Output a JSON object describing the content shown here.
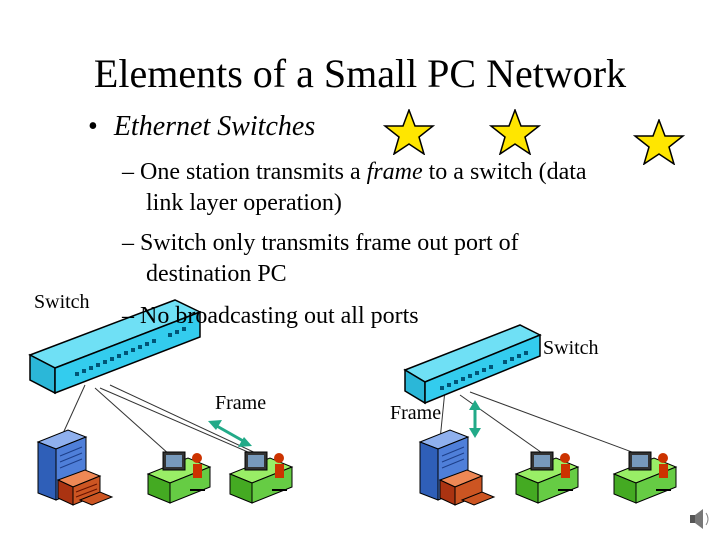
{
  "slide": {
    "title": "Elements of a Small PC Network",
    "bullet": "Ethernet Switches",
    "sub_items": [
      {
        "dash": "–",
        "before": "One station transmits a ",
        "emphasis": "frame",
        "after": " to a switch (data",
        "continuation": "link layer operation)"
      },
      {
        "dash": "–",
        "text": "Switch only transmits frame out port of",
        "continuation": "destination PC"
      },
      {
        "dash": "–",
        "text": "No broadcasting out all ports"
      }
    ],
    "labels": {
      "switch_left": "Switch",
      "switch_right": "Switch",
      "frame_left": "Frame",
      "frame_right": "Frame"
    }
  },
  "colors": {
    "switch_body": "#33ccee",
    "switch_port": "#006699",
    "workstation": "#66cc44",
    "monitor": "#333333",
    "server": "#4f7fd9",
    "printer": "#cc5522",
    "arrow": "#22aa88",
    "star": "#ffe600"
  },
  "icons": [
    "star-icon",
    "switch-icon",
    "server-icon",
    "workstation-icon",
    "speaker-icon"
  ]
}
